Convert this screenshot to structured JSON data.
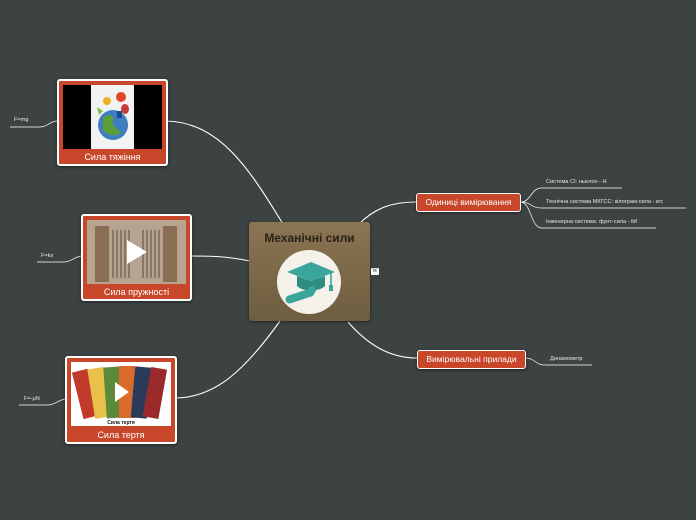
{
  "central": {
    "title": "Механічні сили",
    "icon": "graduation-cap-diploma-icon"
  },
  "left_topics": [
    {
      "label": "Сила тяжіння",
      "formula": "F=mg",
      "media": "globe-with-fruit-image"
    },
    {
      "label": "Сила пружності",
      "formula": "F=kx",
      "media": "spring-video-thumbnail"
    },
    {
      "label": "Сила тертя",
      "formula": "F=-μN",
      "media": "friction-video-thumbnail",
      "media_caption": "Сила тертя"
    }
  ],
  "right_topics": [
    {
      "label": "Одиниці вимірювання",
      "items": [
        "Система СІ: ньютон  - Н",
        "Технічна система МКГСС: кілограм-сила - кгс",
        "Інженерна система: фунт-сила - lbf"
      ]
    },
    {
      "label": "Вимірювальні прилади",
      "items": [
        "Динамометр"
      ]
    }
  ],
  "colors": {
    "background": "#3d4343",
    "central": "#7b6848",
    "topic": "#c8472a",
    "connector": "#ffffff",
    "icon_teal": "#3aa69b"
  },
  "wiki_badge": "W"
}
